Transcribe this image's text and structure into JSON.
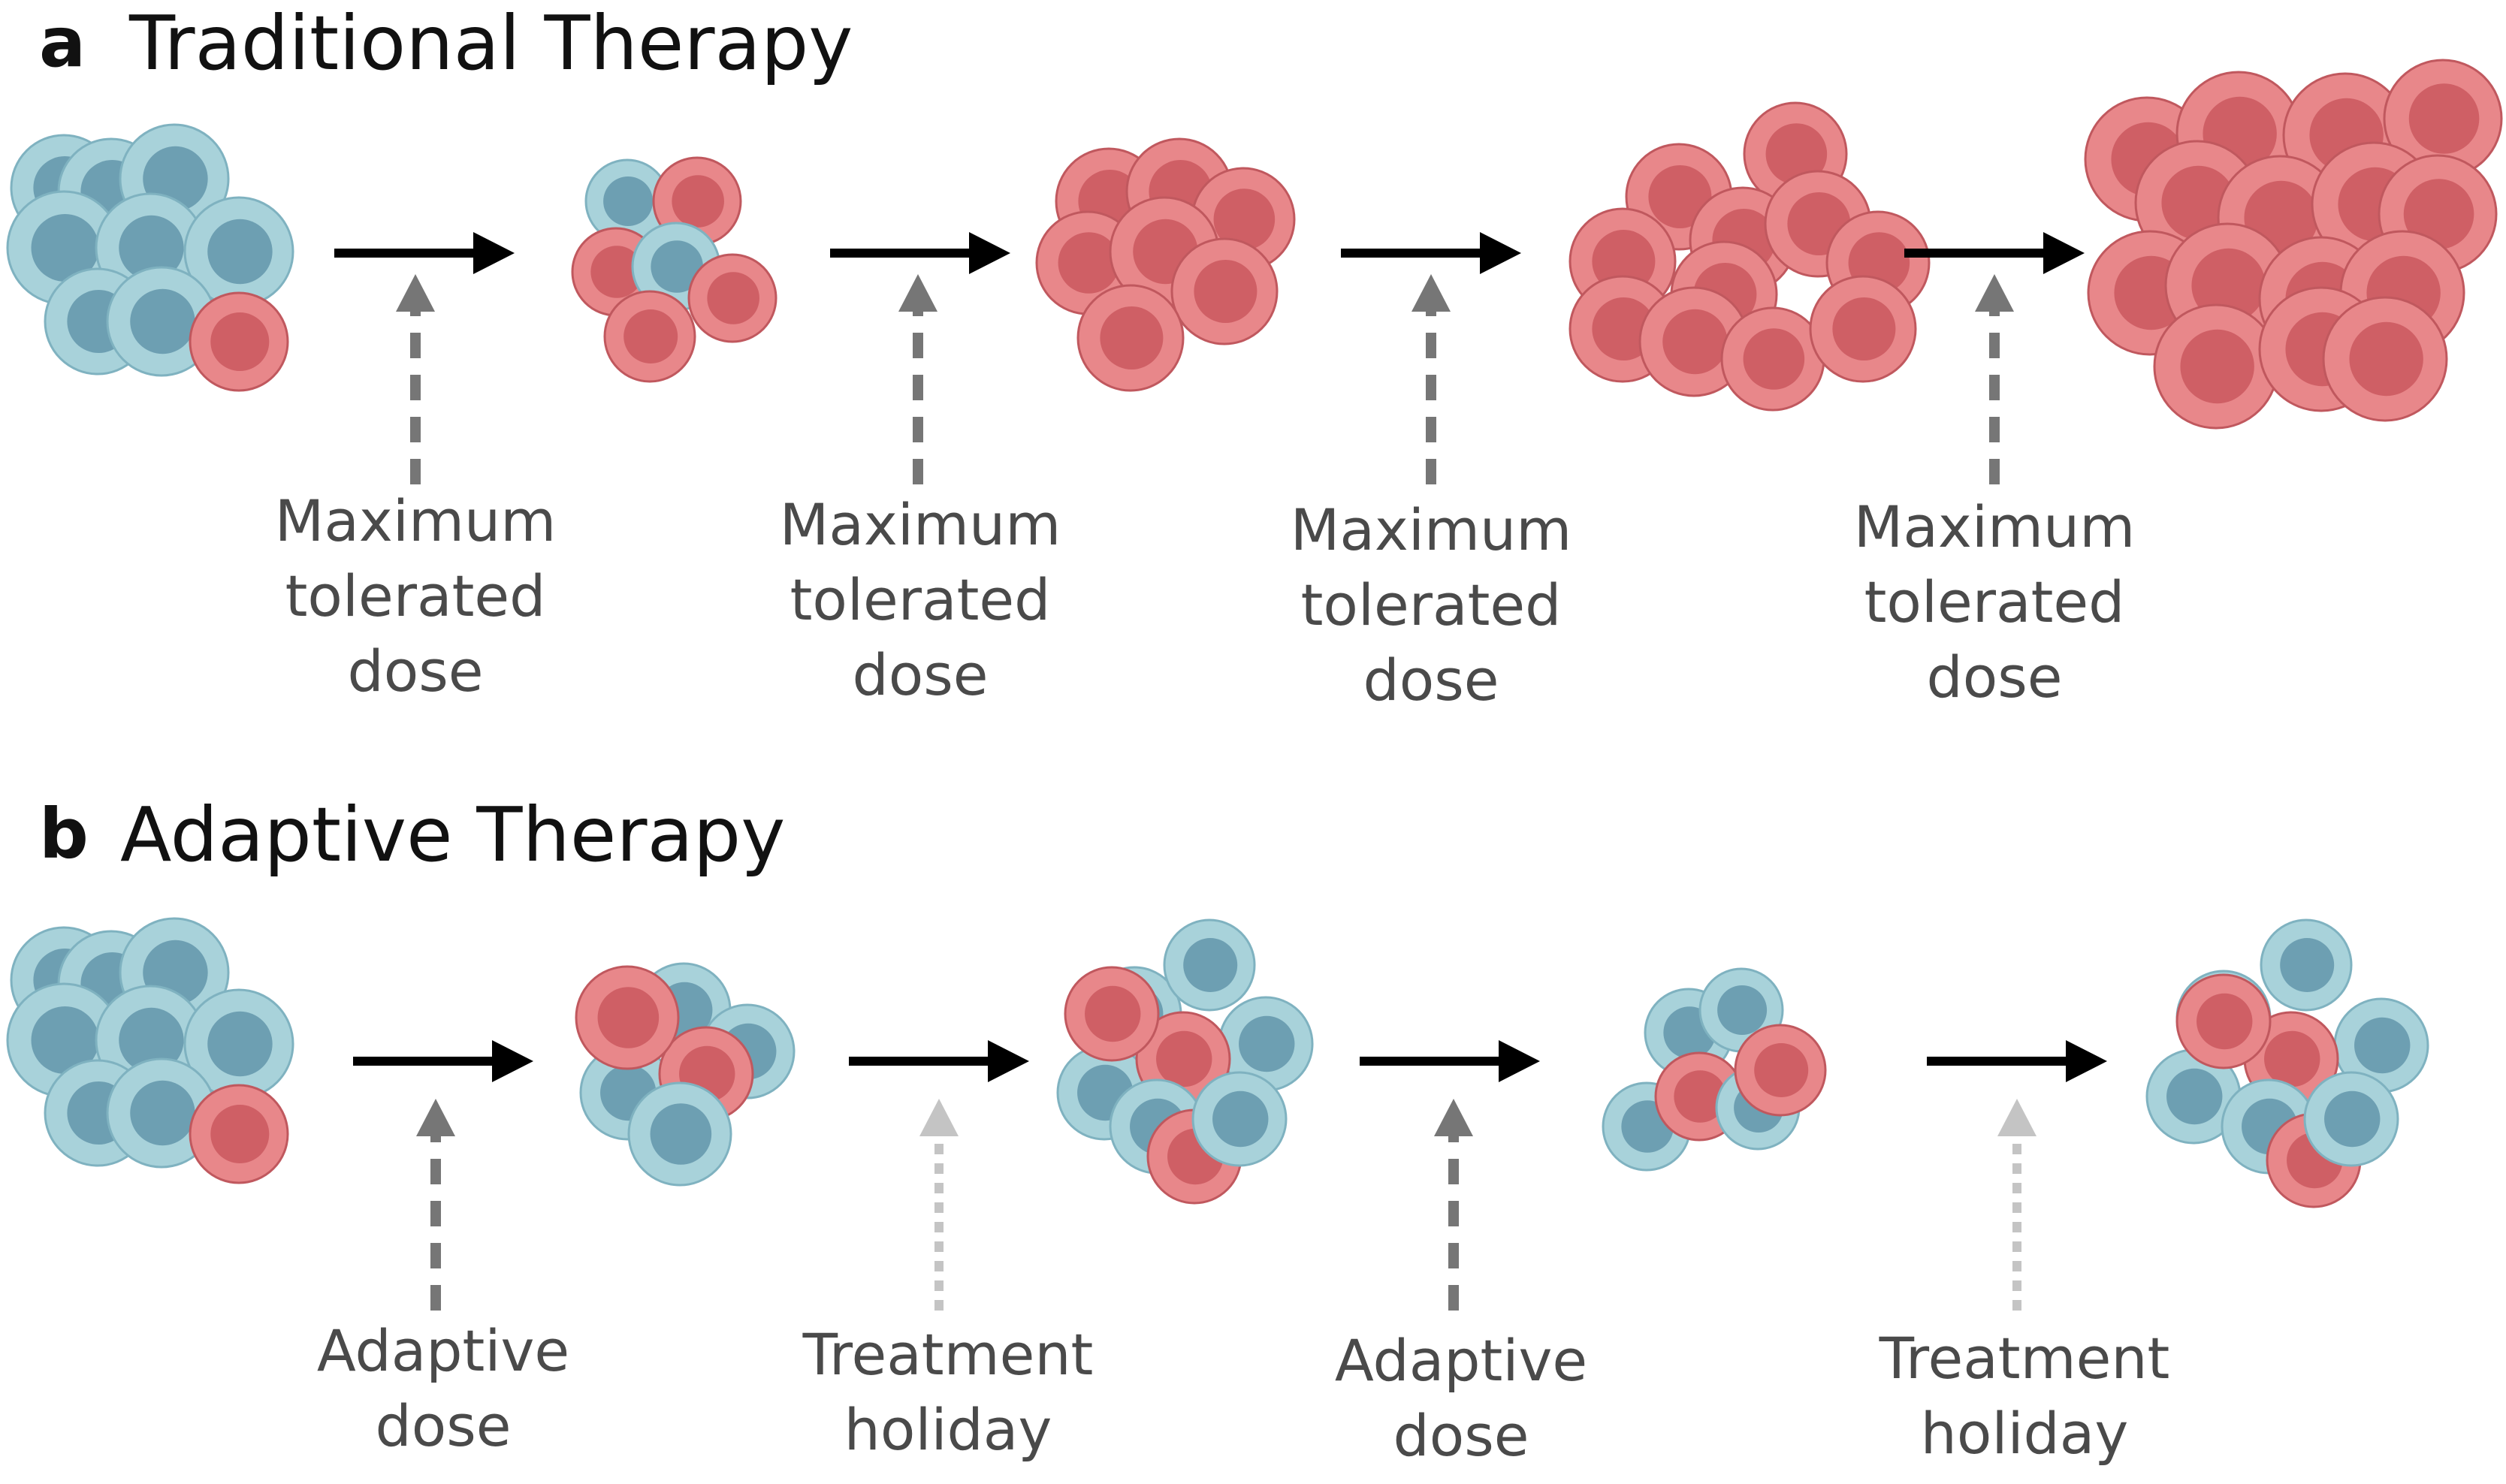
{
  "panels": [
    {
      "letter": "a",
      "title": "Traditional Therapy",
      "steps": [
        {
          "label_lines": [
            "Maximum",
            "tolerated",
            "dose"
          ],
          "type": "dose"
        },
        {
          "label_lines": [
            "Maximum",
            "tolerated",
            "dose"
          ],
          "type": "dose"
        },
        {
          "label_lines": [
            "Maximum",
            "tolerated",
            "dose"
          ],
          "type": "dose"
        },
        {
          "label_lines": [
            "Maximum",
            "tolerated",
            "dose"
          ],
          "type": "dose"
        }
      ]
    },
    {
      "letter": "b",
      "title": "Adaptive Therapy",
      "steps": [
        {
          "label_lines": [
            "Adaptive",
            "dose"
          ],
          "type": "dose"
        },
        {
          "label_lines": [
            "Treatment",
            "holiday"
          ],
          "type": "holiday"
        },
        {
          "label_lines": [
            "Adaptive",
            "dose"
          ],
          "type": "dose"
        },
        {
          "label_lines": [
            "Treatment",
            "holiday"
          ],
          "type": "holiday"
        }
      ]
    }
  ],
  "colors": {
    "sensitive_outer": "#a8d2da",
    "sensitive_inner": "#6d9fb2",
    "sensitive_stroke": "#7fb2c0",
    "resistant_outer": "#e8878a",
    "resistant_inner": "#cf5f65",
    "resistant_stroke": "#c0585e",
    "arrow": "#000000",
    "dose_arrow": "#767676",
    "holiday_arrow": "#c4c4c4",
    "label": "#4a4a4a"
  }
}
